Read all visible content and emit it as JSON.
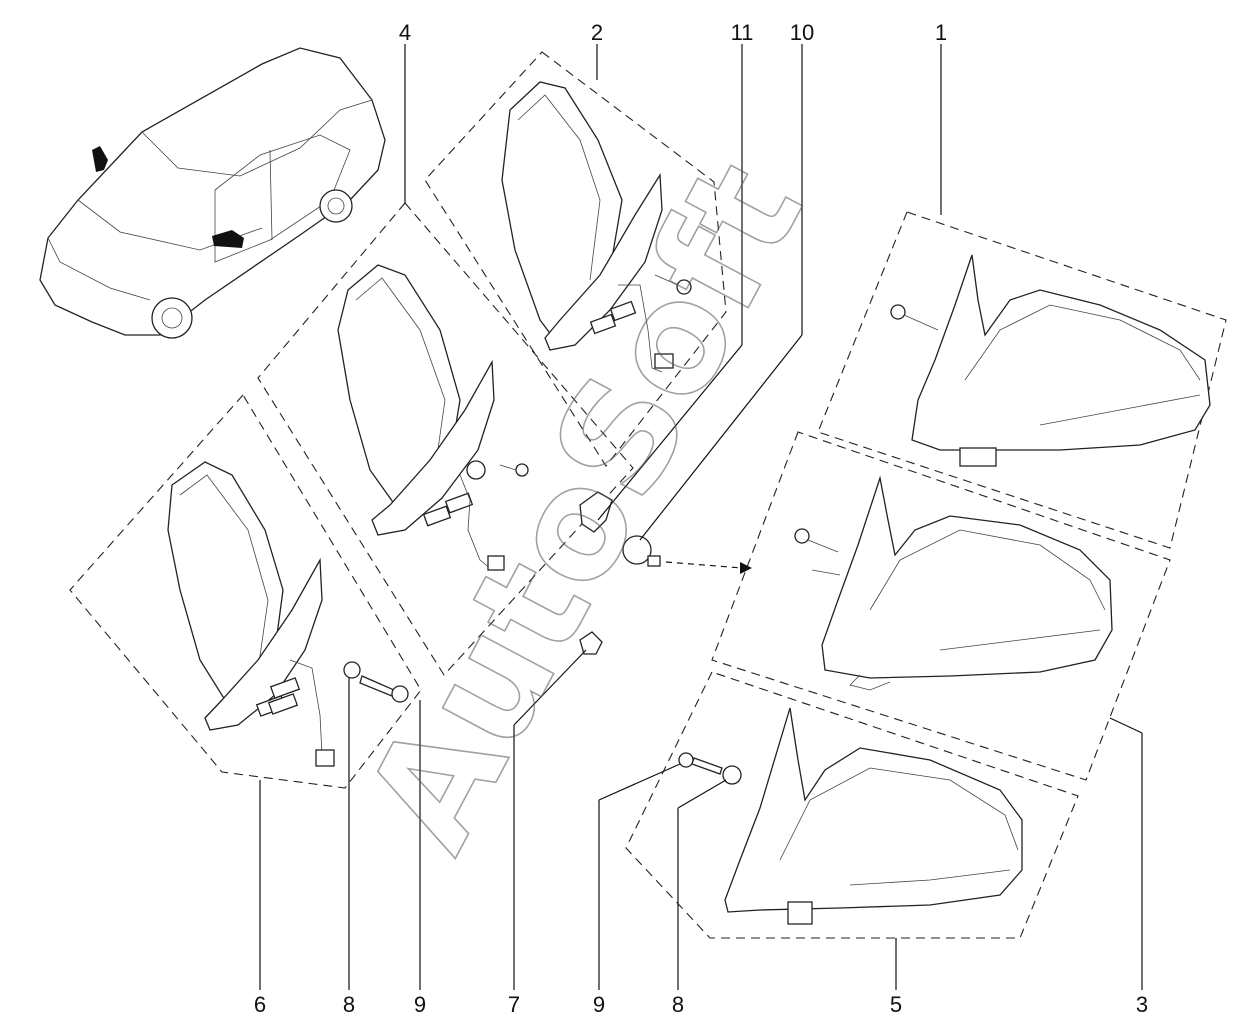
{
  "watermark": "AutoSoft",
  "callouts": {
    "top": [
      "4",
      "2",
      "11",
      "10",
      "1"
    ],
    "bottom": [
      "6",
      "8",
      "9",
      "7",
      "9",
      "8",
      "5",
      "3"
    ]
  }
}
